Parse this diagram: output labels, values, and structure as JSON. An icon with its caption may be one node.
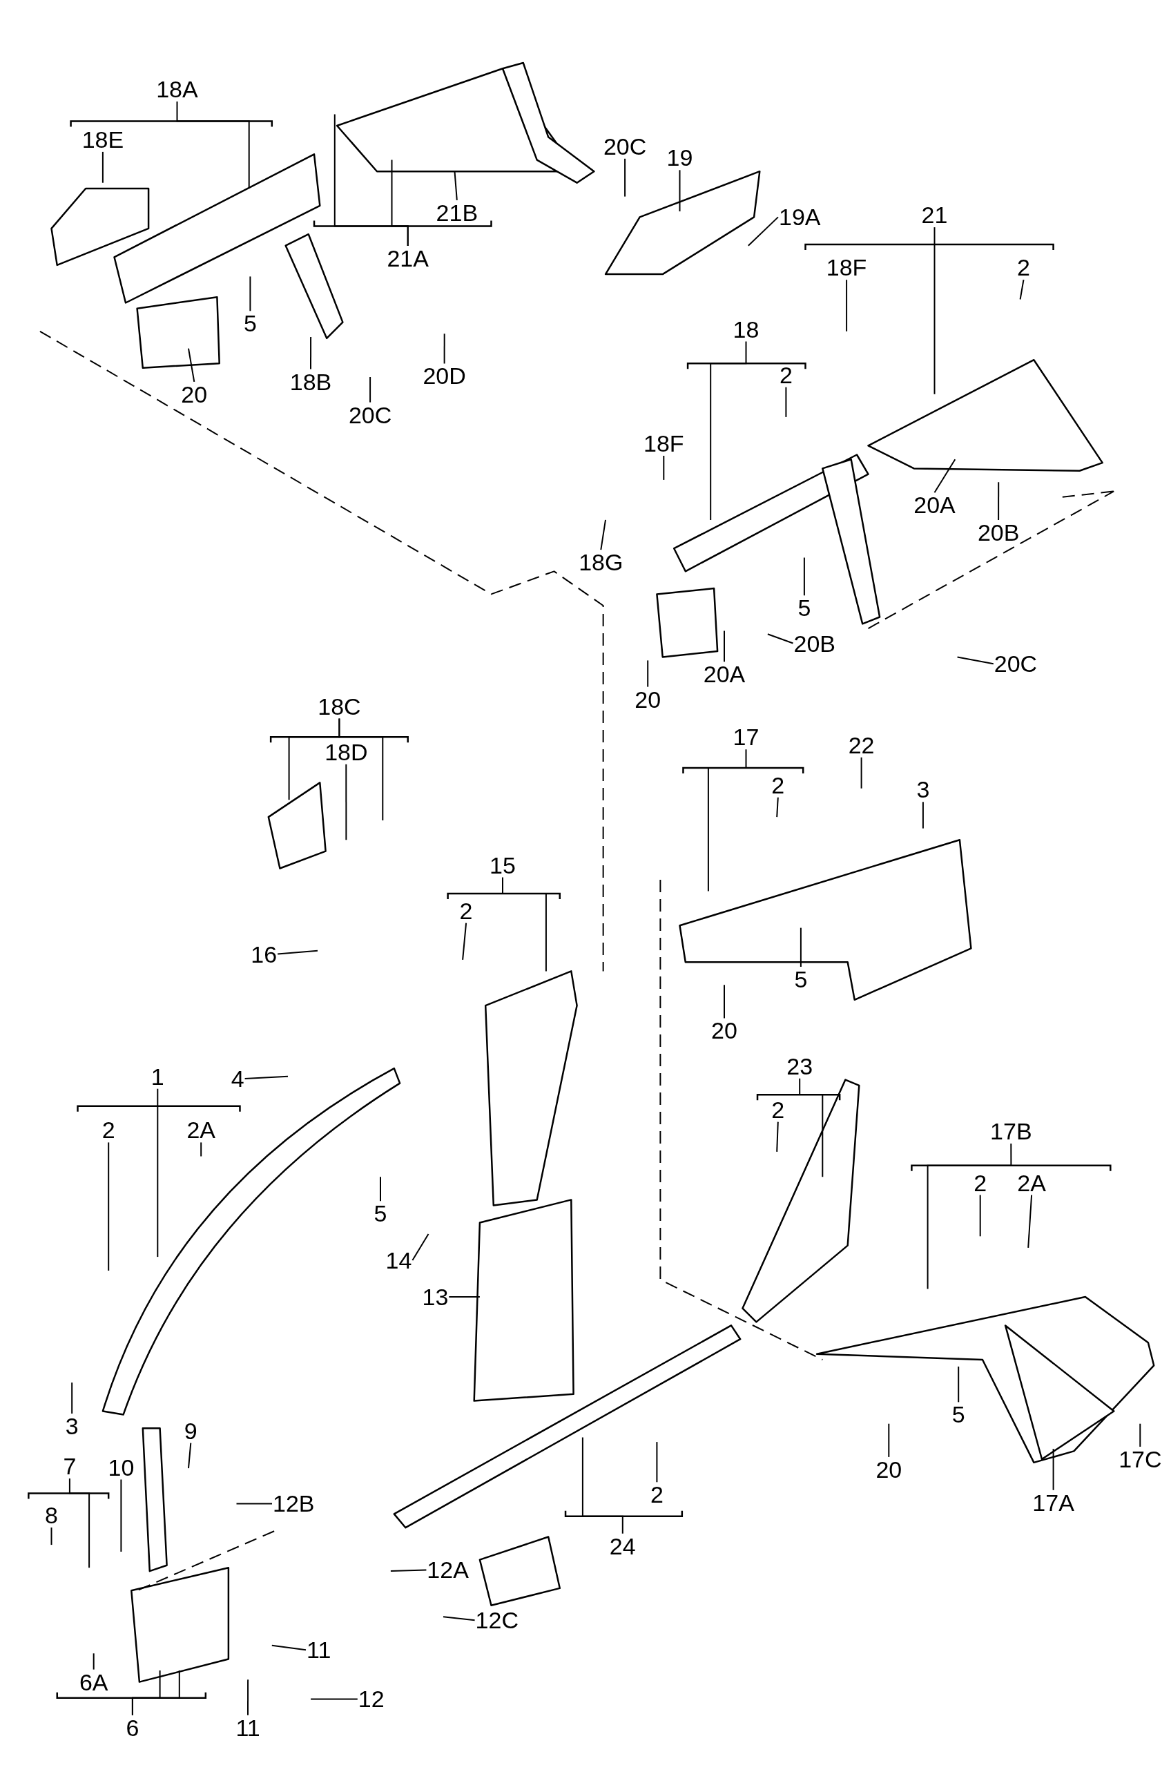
{
  "diagram": {
    "nodes": [
      {
        "text": [
          "18A"
        ]
      },
      {
        "text": [
          "18E"
        ]
      },
      {
        "text": [
          "21A"
        ]
      },
      {
        "text": [
          "21B"
        ]
      },
      {
        "text": [
          "20C"
        ]
      },
      {
        "text": [
          "19"
        ]
      },
      {
        "text": [
          "19A"
        ]
      },
      {
        "text": [
          "5"
        ]
      },
      {
        "text": [
          "20"
        ]
      },
      {
        "text": [
          "18B"
        ]
      },
      {
        "text": [
          "20C"
        ]
      },
      {
        "text": [
          "20D"
        ]
      },
      {
        "text": [
          "21"
        ]
      },
      {
        "text": [
          "18F"
        ]
      },
      {
        "text": [
          "2"
        ]
      },
      {
        "text": [
          "18"
        ]
      },
      {
        "text": [
          "2"
        ]
      },
      {
        "text": [
          "18F"
        ]
      },
      {
        "text": [
          "20A"
        ]
      },
      {
        "text": [
          "20B"
        ]
      },
      {
        "text": [
          "18G"
        ]
      },
      {
        "text": [
          "5"
        ]
      },
      {
        "text": [
          "20B"
        ]
      },
      {
        "text": [
          "20"
        ]
      },
      {
        "text": [
          "20A"
        ]
      },
      {
        "text": [
          "20C"
        ]
      },
      {
        "text": [
          "18C"
        ]
      },
      {
        "text": [
          "18D"
        ]
      },
      {
        "text": [
          "17"
        ]
      },
      {
        "text": [
          "22"
        ]
      },
      {
        "text": [
          "2"
        ]
      },
      {
        "text": [
          "3"
        ]
      },
      {
        "text": [
          "15"
        ]
      },
      {
        "text": [
          "2"
        ]
      },
      {
        "text": [
          "16"
        ]
      },
      {
        "text": [
          "5"
        ]
      },
      {
        "text": [
          "20"
        ]
      },
      {
        "text": [
          "1"
        ]
      },
      {
        "text": [
          "4"
        ]
      },
      {
        "text": [
          "2"
        ]
      },
      {
        "text": [
          "2A"
        ]
      },
      {
        "text": [
          "23"
        ]
      },
      {
        "text": [
          "2"
        ]
      },
      {
        "text": [
          "17B"
        ]
      },
      {
        "text": [
          "2"
        ]
      },
      {
        "text": [
          "2A"
        ]
      },
      {
        "text": [
          "5"
        ]
      },
      {
        "text": [
          "14"
        ]
      },
      {
        "text": [
          "13"
        ]
      },
      {
        "text": [
          "3"
        ]
      },
      {
        "text": [
          "9"
        ]
      },
      {
        "text": [
          "7"
        ]
      },
      {
        "text": [
          "8"
        ]
      },
      {
        "text": [
          "10"
        ]
      },
      {
        "text": [
          "12B"
        ]
      },
      {
        "text": [
          "12A"
        ]
      },
      {
        "text": [
          "12C"
        ]
      },
      {
        "text": [
          "11"
        ]
      },
      {
        "text": [
          "6A"
        ]
      },
      {
        "text": [
          "6"
        ]
      },
      {
        "text": [
          "11"
        ]
      },
      {
        "text": [
          "12"
        ]
      },
      {
        "text": [
          "24"
        ]
      },
      {
        "text": [
          "2"
        ]
      },
      {
        "text": [
          "5"
        ]
      },
      {
        "text": [
          "20"
        ]
      },
      {
        "text": [
          "17C"
        ]
      },
      {
        "text": [
          "17A"
        ]
      }
    ],
    "edges": [
      {
        "from": 0,
        "to": null,
        "arrow": "none"
      },
      {
        "from": 1,
        "to": null,
        "arrow": "none"
      },
      {
        "from": 2,
        "to": null,
        "arrow": "none"
      },
      {
        "from": 2,
        "to": null,
        "arrow": "none"
      },
      {
        "from": 3,
        "to": null,
        "arrow": "none"
      },
      {
        "from": 4,
        "to": null,
        "arrow": "none"
      },
      {
        "from": 5,
        "to": null,
        "arrow": "none"
      },
      {
        "from": 6,
        "to": null,
        "arrow": "none"
      },
      {
        "from": 7,
        "to": null,
        "arrow": "none"
      },
      {
        "from": 8,
        "to": null,
        "arrow": "none"
      },
      {
        "from": 9,
        "to": null,
        "arrow": "none"
      },
      {
        "from": 10,
        "to": null,
        "arrow": "none"
      },
      {
        "from": 11,
        "to": null,
        "arrow": "none"
      },
      {
        "from": 12,
        "to": null,
        "arrow": "none"
      },
      {
        "from": 13,
        "to": null,
        "arrow": "none"
      },
      {
        "from": 14,
        "to": null,
        "arrow": "none"
      },
      {
        "from": 15,
        "to": null,
        "arrow": "none"
      },
      {
        "from": 16,
        "to": null,
        "arrow": "none"
      },
      {
        "from": 17,
        "to": null,
        "arrow": "none"
      },
      {
        "from": 18,
        "to": null,
        "arrow": "none"
      },
      {
        "from": 19,
        "to": null,
        "arrow": "none"
      },
      {
        "from": 20,
        "to": null,
        "arrow": "none"
      },
      {
        "from": 21,
        "to": null,
        "arrow": "none"
      },
      {
        "from": 22,
        "to": null,
        "arrow": "none"
      },
      {
        "from": 23,
        "to": null,
        "arrow": "none"
      },
      {
        "from": 24,
        "to": null,
        "arrow": "none"
      },
      {
        "from": 25,
        "to": null,
        "arrow": "none"
      },
      {
        "from": 26,
        "to": null,
        "arrow": "none"
      },
      {
        "from": 26,
        "to": null,
        "arrow": "none"
      },
      {
        "from": 27,
        "to": null,
        "arrow": "none"
      },
      {
        "from": 28,
        "to": null,
        "arrow": "none"
      },
      {
        "from": 29,
        "to": null,
        "arrow": "none"
      },
      {
        "from": 30,
        "to": null,
        "arrow": "none"
      },
      {
        "from": 31,
        "to": null,
        "arrow": "none"
      },
      {
        "from": 32,
        "to": null,
        "arrow": "none"
      },
      {
        "from": 33,
        "to": null,
        "arrow": "none"
      },
      {
        "from": 34,
        "to": null,
        "arrow": "none"
      },
      {
        "from": 35,
        "to": null,
        "arrow": "none"
      },
      {
        "from": 36,
        "to": null,
        "arrow": "none"
      },
      {
        "from": 37,
        "to": null,
        "arrow": "none"
      },
      {
        "from": 38,
        "to": null,
        "arrow": "none"
      },
      {
        "from": 39,
        "to": null,
        "arrow": "none"
      },
      {
        "from": 40,
        "to": null,
        "arrow": "none"
      },
      {
        "from": 41,
        "to": null,
        "arrow": "none"
      },
      {
        "from": 42,
        "to": null,
        "arrow": "none"
      },
      {
        "from": 43,
        "to": null,
        "arrow": "none"
      },
      {
        "from": 44,
        "to": null,
        "arrow": "none"
      },
      {
        "from": 45,
        "to": null,
        "arrow": "none"
      },
      {
        "from": 46,
        "to": null,
        "arrow": "none"
      },
      {
        "from": 47,
        "to": null,
        "arrow": "none"
      },
      {
        "from": 48,
        "to": null,
        "arrow": "none"
      },
      {
        "from": 49,
        "to": null,
        "arrow": "none"
      },
      {
        "from": 50,
        "to": null,
        "arrow": "none"
      },
      {
        "from": 51,
        "to": null,
        "arrow": "none"
      },
      {
        "from": 52,
        "to": null,
        "arrow": "none"
      },
      {
        "from": 53,
        "to": null,
        "arrow": "none"
      },
      {
        "from": 54,
        "to": null,
        "arrow": "none"
      },
      {
        "from": 55,
        "to": null,
        "arrow": "none"
      },
      {
        "from": 56,
        "to": null,
        "arrow": "none"
      },
      {
        "from": 57,
        "to": null,
        "arrow": "none"
      },
      {
        "from": 58,
        "to": null,
        "arrow": "none"
      },
      {
        "from": 59,
        "to": null,
        "arrow": "none"
      },
      {
        "from": 59,
        "to": null,
        "arrow": "none"
      },
      {
        "from": 60,
        "to": null,
        "arrow": "none"
      },
      {
        "from": 61,
        "to": null,
        "arrow": "none"
      },
      {
        "from": 62,
        "to": null,
        "arrow": "none"
      },
      {
        "from": 63,
        "to": null,
        "arrow": "none"
      },
      {
        "from": 64,
        "to": null,
        "arrow": "none"
      },
      {
        "from": 65,
        "to": null,
        "arrow": "none"
      },
      {
        "from": 66,
        "to": null,
        "arrow": "none"
      },
      {
        "from": 67,
        "to": null,
        "arrow": "none"
      }
    ]
  }
}
